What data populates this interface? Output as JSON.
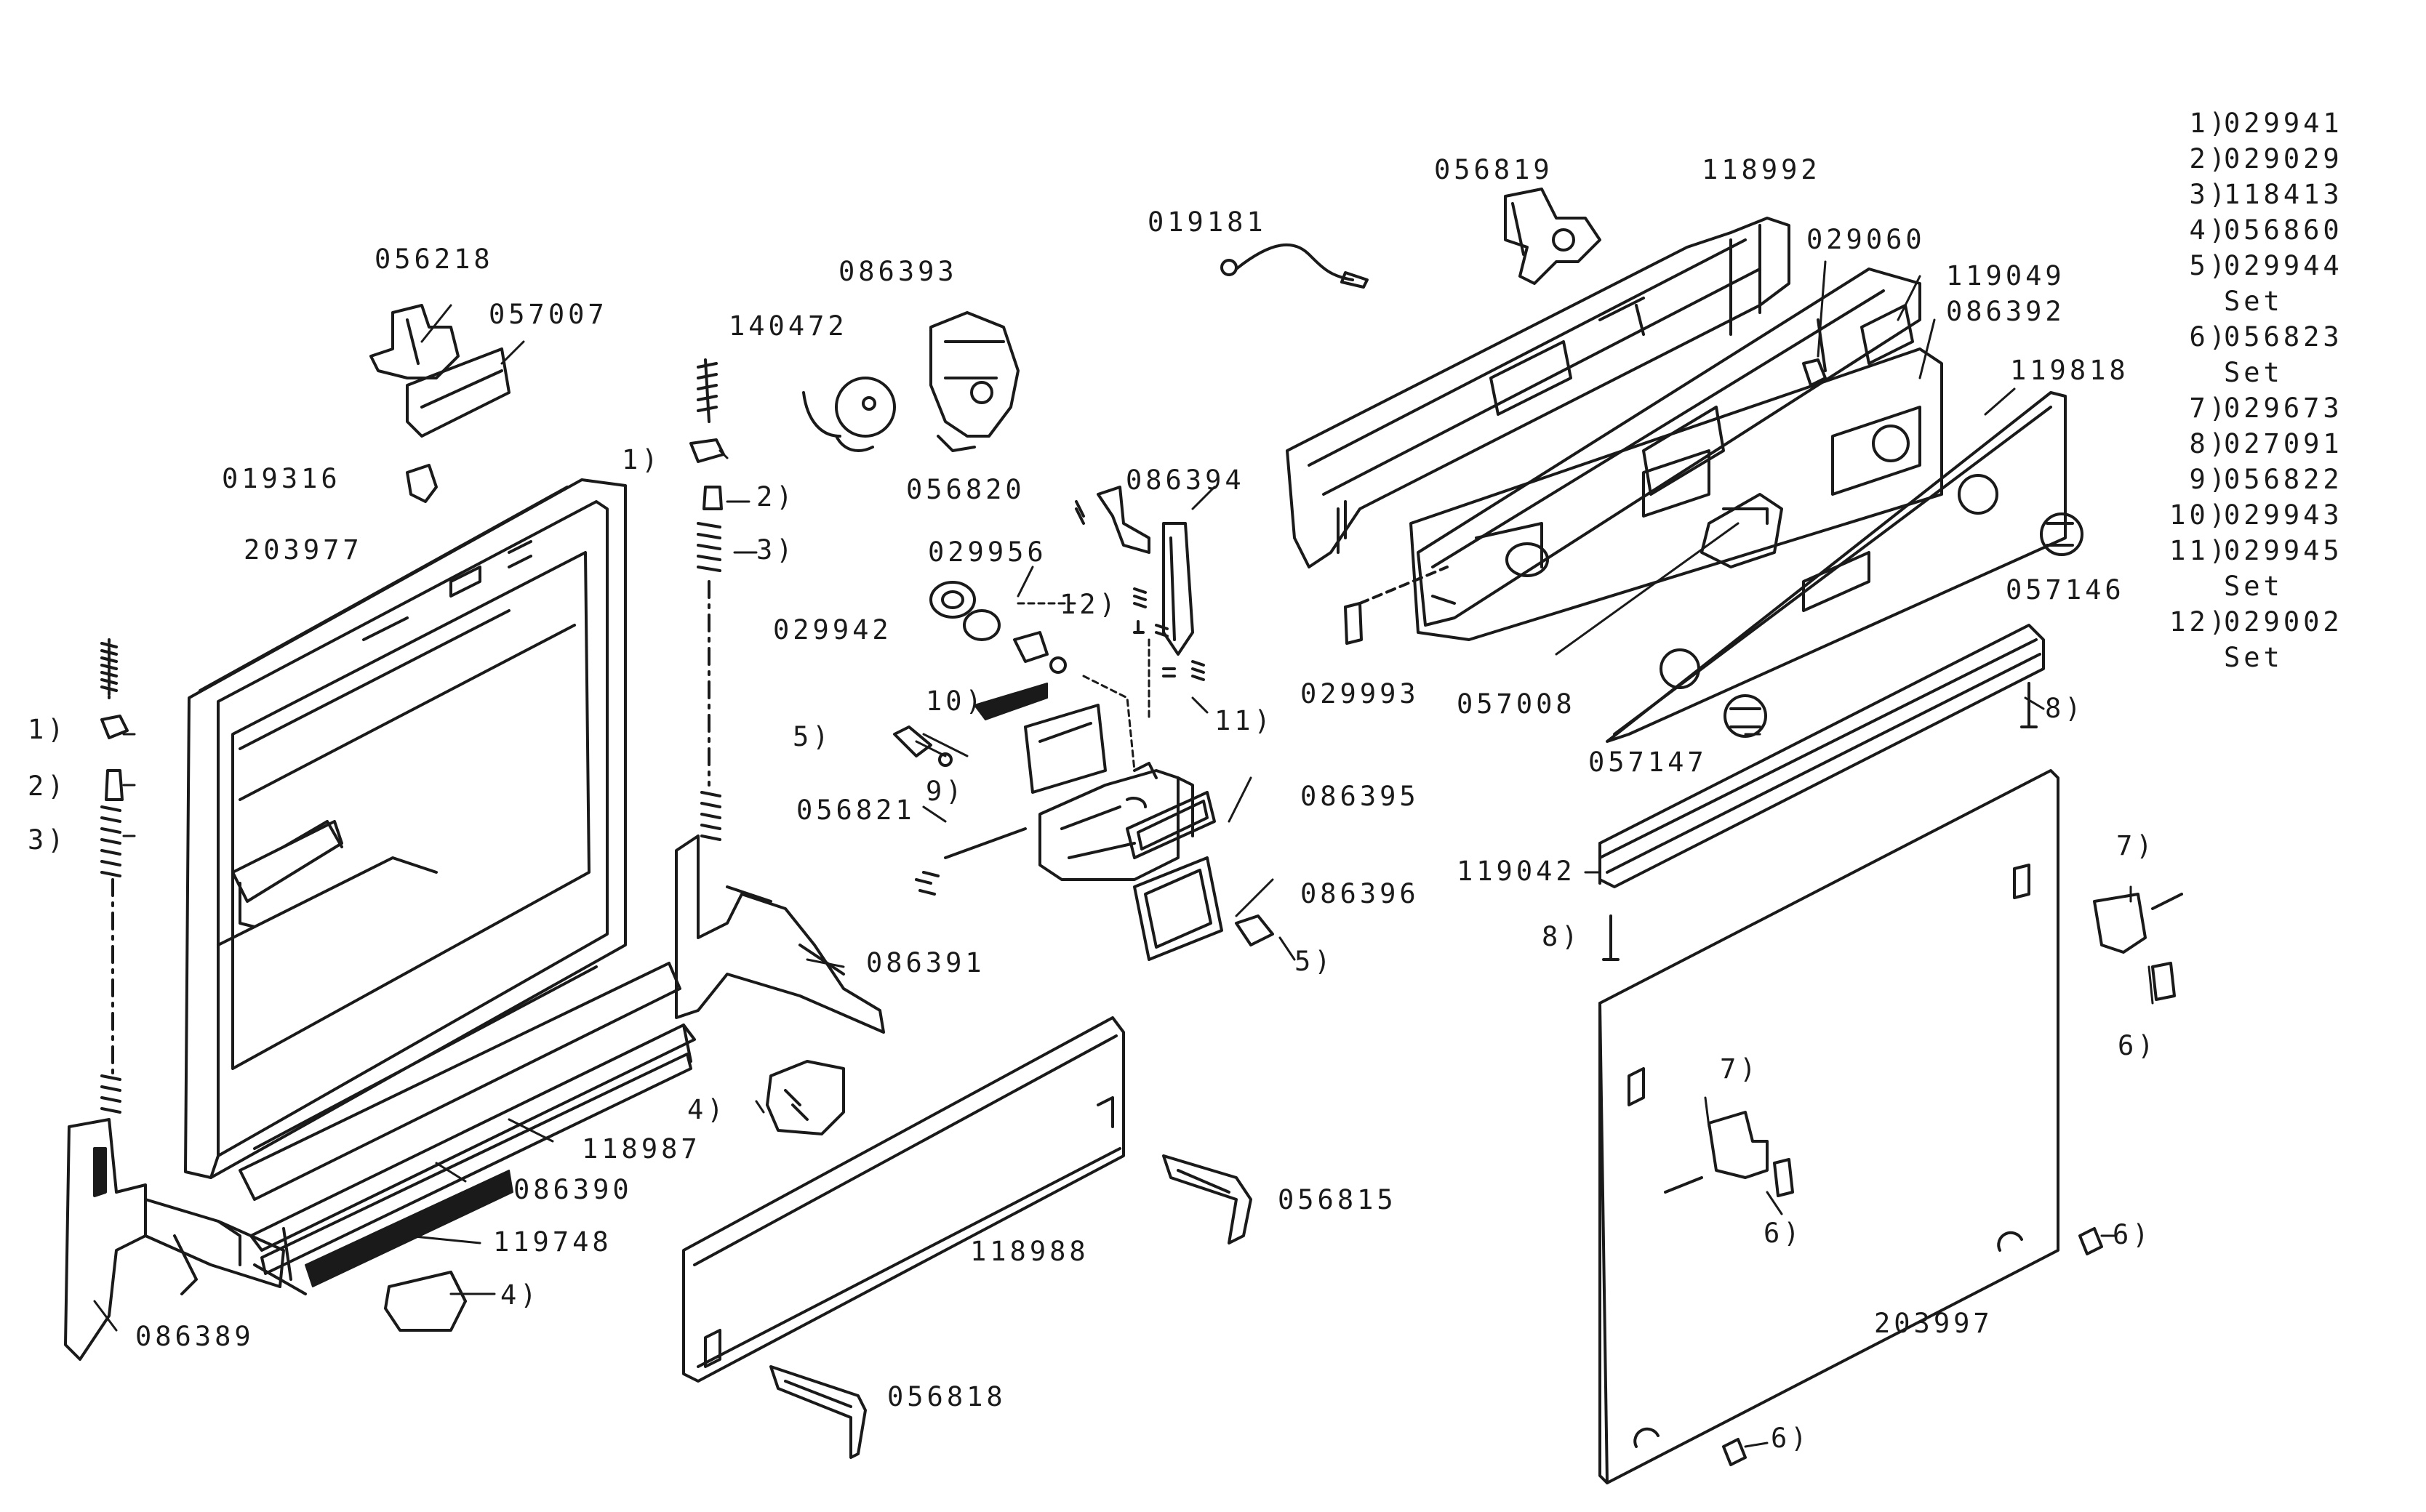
{
  "parts": {
    "p056218": "056218",
    "p057007": "057007",
    "p019316": "019316",
    "p203977": "203977",
    "p140472": "140472",
    "p086393": "086393",
    "p019181": "019181",
    "p056819": "056819",
    "p118992": "118992",
    "p029060": "029060",
    "p119049": "119049",
    "p086392": "086392",
    "p119818": "119818",
    "p056820": "056820",
    "p086394": "086394",
    "p029956": "029956",
    "p029942": "029942",
    "p056821": "056821",
    "p086395": "086395",
    "p086396": "086396",
    "p086391": "086391",
    "p029993": "029993",
    "p057008": "057008",
    "p057147": "057147",
    "p057146": "057146",
    "p119042": "119042",
    "p118987": "118987",
    "p086390": "086390",
    "p119748": "119748",
    "p086389": "086389",
    "p118988": "118988",
    "p056815": "056815",
    "p056818": "056818",
    "p203997": "203997"
  },
  "callouts": {
    "c1": "1)",
    "c2": "2)",
    "c3": "3)",
    "c4": "4)",
    "c5": "5)",
    "c6": "6)",
    "c7": "7)",
    "c8": "8)",
    "c9": "9)",
    "c10": "10)",
    "c11": "11)",
    "c12": "12)"
  },
  "legend": [
    {
      "num": "1)",
      "code": "029941"
    },
    {
      "num": "2)",
      "code": "029029"
    },
    {
      "num": "3)",
      "code": "118413"
    },
    {
      "num": "4)",
      "code": "056860"
    },
    {
      "num": "5)",
      "code": "029944",
      "note": "Set"
    },
    {
      "num": "6)",
      "code": "056823",
      "note": "Set"
    },
    {
      "num": "7)",
      "code": "029673"
    },
    {
      "num": "8)",
      "code": "027091"
    },
    {
      "num": "9)",
      "code": "056822"
    },
    {
      "num": "10)",
      "code": "029943"
    },
    {
      "num": "11)",
      "code": "029945",
      "note": "Set"
    },
    {
      "num": "12)",
      "code": "029002",
      "note": "Set"
    }
  ]
}
